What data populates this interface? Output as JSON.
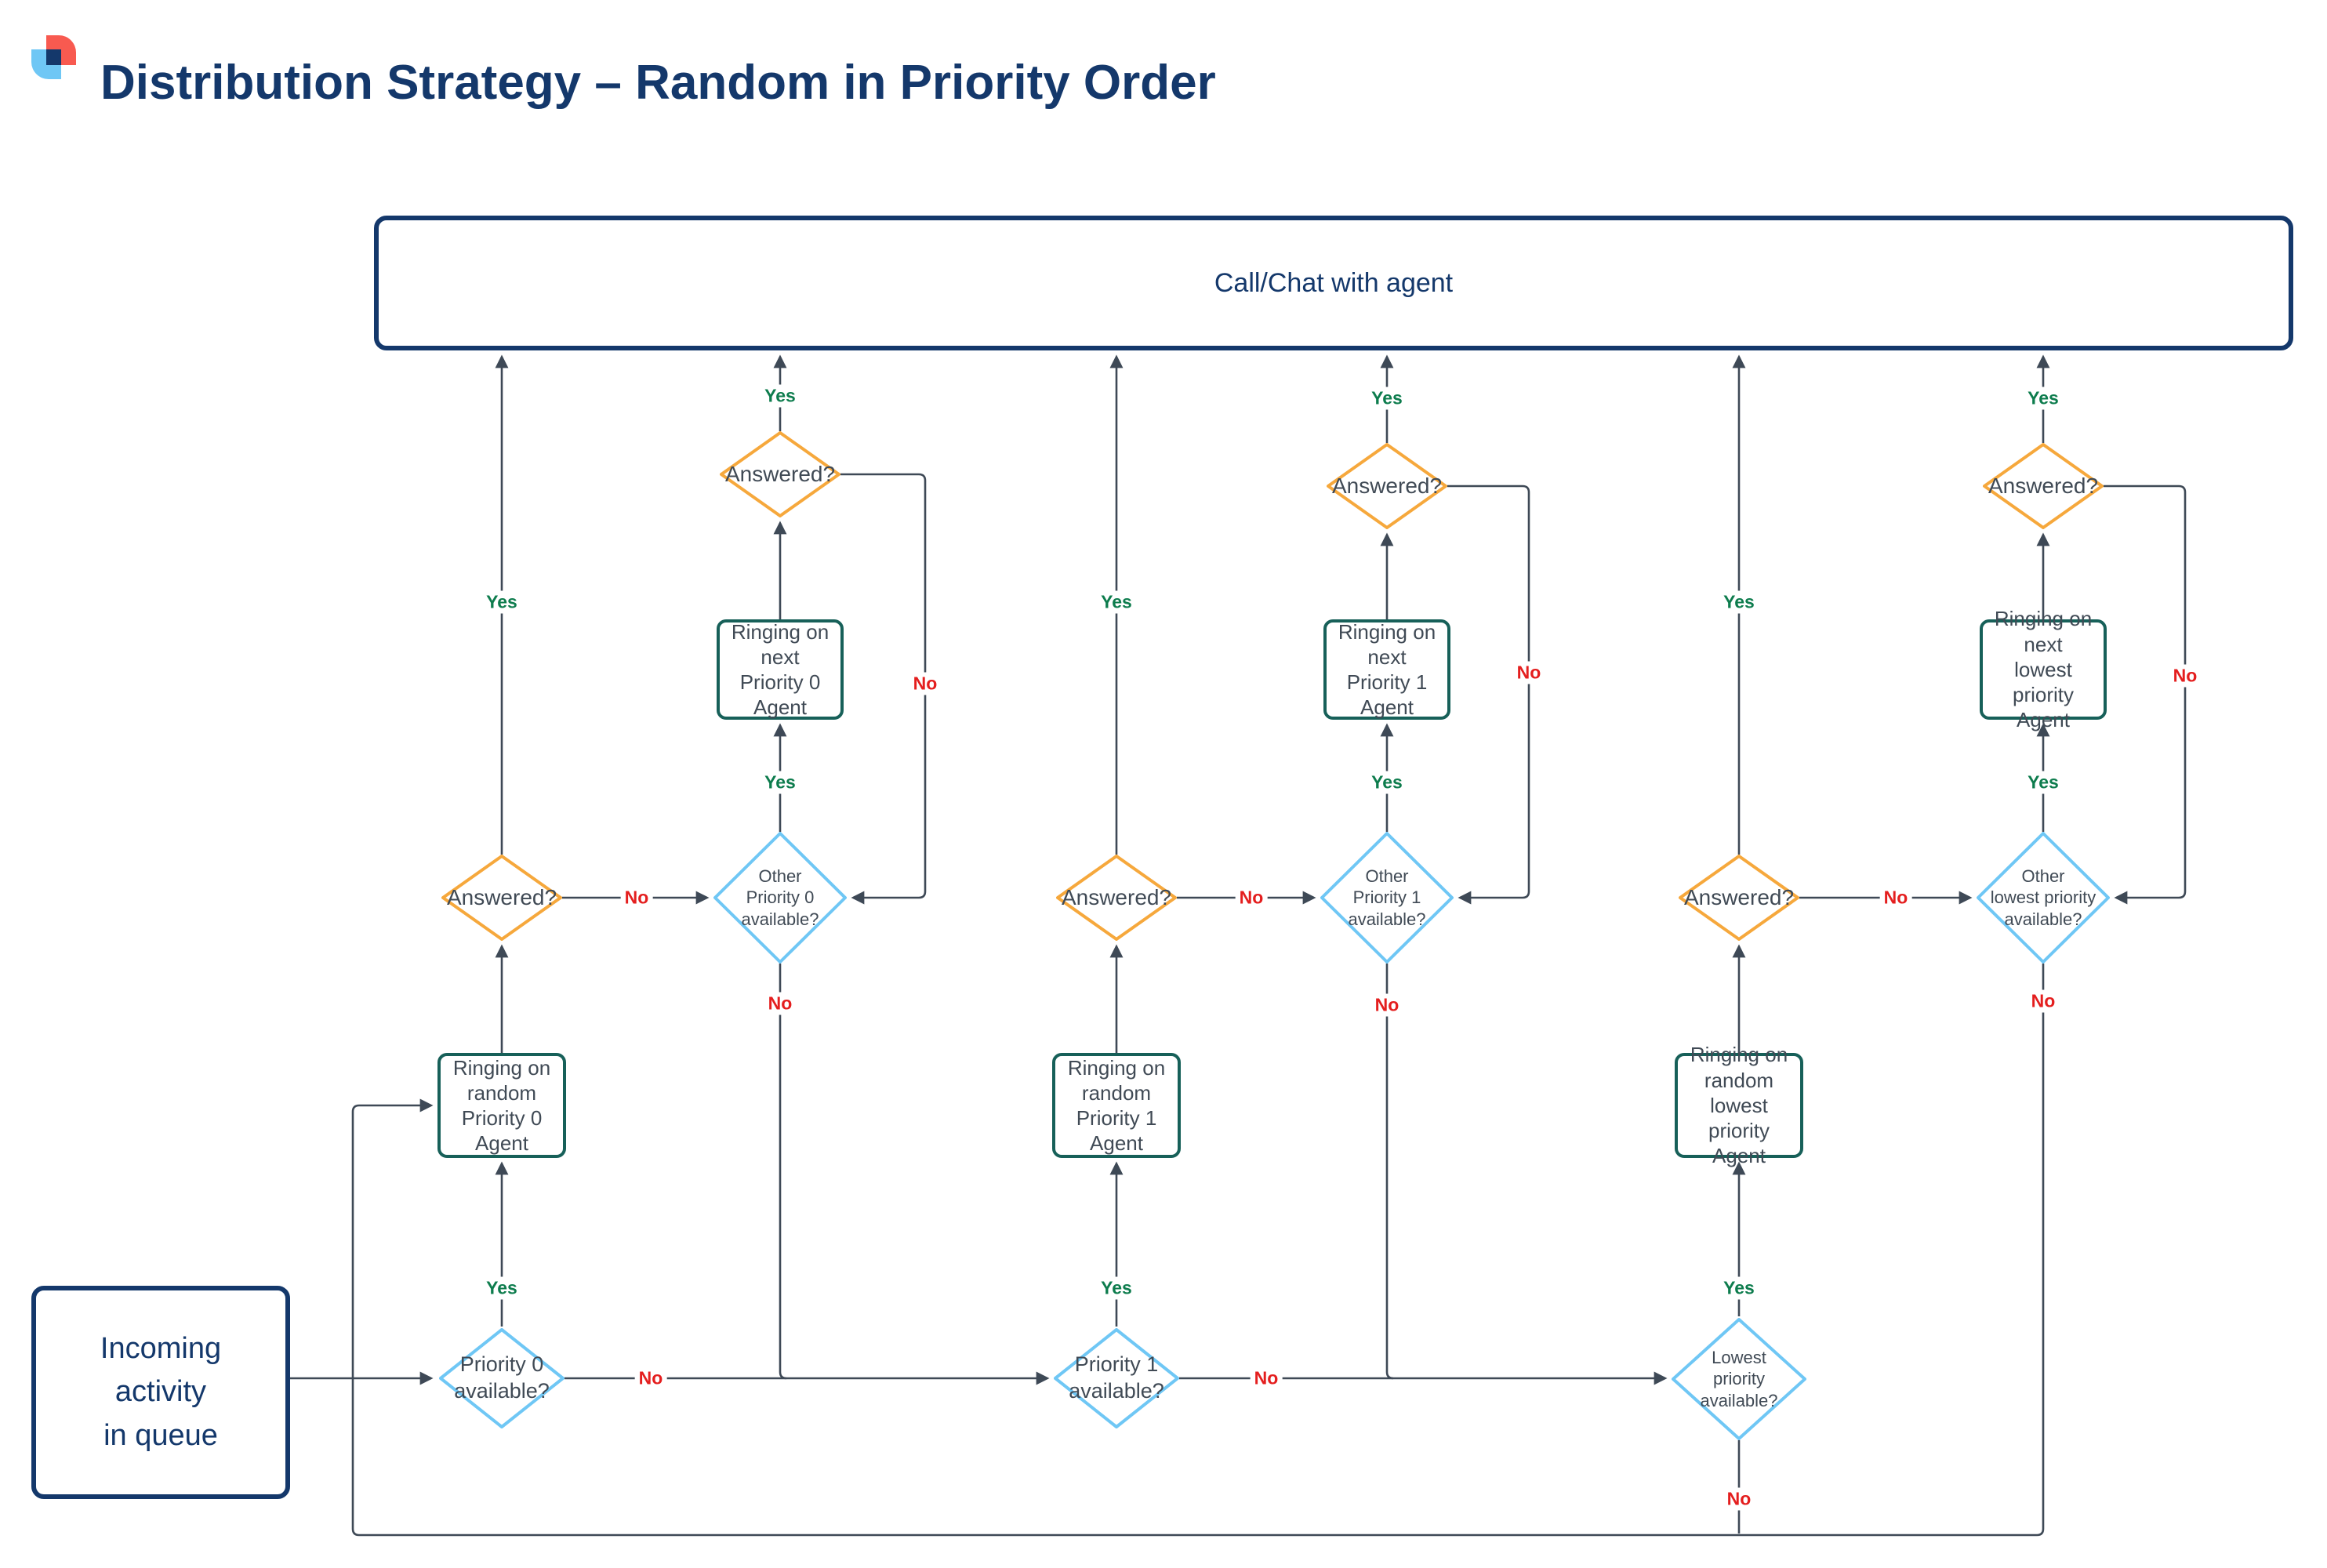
{
  "title": "Distribution Strategy – Random in Priority Order",
  "labels": {
    "yes": "Yes",
    "no": "No"
  },
  "terminators": {
    "call_chat": "Call/Chat with agent",
    "incoming": [
      "Incoming",
      "activity",
      "in queue"
    ]
  },
  "nodes": {
    "p0": {
      "available": [
        "Priority 0",
        "available?"
      ],
      "ringing_random": [
        "Ringing on",
        "random",
        "Priority 0",
        "Agent"
      ],
      "answered_random": "Answered?",
      "other_available": [
        "Other",
        "Priority 0",
        "available?"
      ],
      "ringing_next": [
        "Ringing on",
        "next",
        "Priority 0",
        "Agent"
      ],
      "answered_next": "Answered?"
    },
    "p1": {
      "available": [
        "Priority 1",
        "available?"
      ],
      "ringing_random": [
        "Ringing on",
        "random",
        "Priority 1",
        "Agent"
      ],
      "answered_random": "Answered?",
      "other_available": [
        "Other",
        "Priority 1",
        "available?"
      ],
      "ringing_next": [
        "Ringing on",
        "next",
        "Priority 1",
        "Agent"
      ],
      "answered_next": "Answered?"
    },
    "lowest": {
      "available": [
        "Lowest",
        "priority",
        "available?"
      ],
      "ringing_random": [
        "Ringing on",
        "random",
        "lowest priority",
        "Agent"
      ],
      "answered_random": "Answered?",
      "other_available": [
        "Other",
        "lowest priority",
        "available?"
      ],
      "ringing_next": [
        "Ringing on",
        "next",
        "lowest priority",
        "Agent"
      ],
      "answered_next": "Answered?"
    }
  },
  "colors": {
    "navy": "#14386b",
    "teal_process": "#176059",
    "orange_decision": "#f6a83c",
    "blue_decision": "#6fc7f5",
    "yes_green": "#0d7c4d",
    "no_red": "#e41e1e",
    "connector": "#3e4956",
    "logo_red": "#f85a50",
    "logo_blue": "#6fc7f5"
  }
}
